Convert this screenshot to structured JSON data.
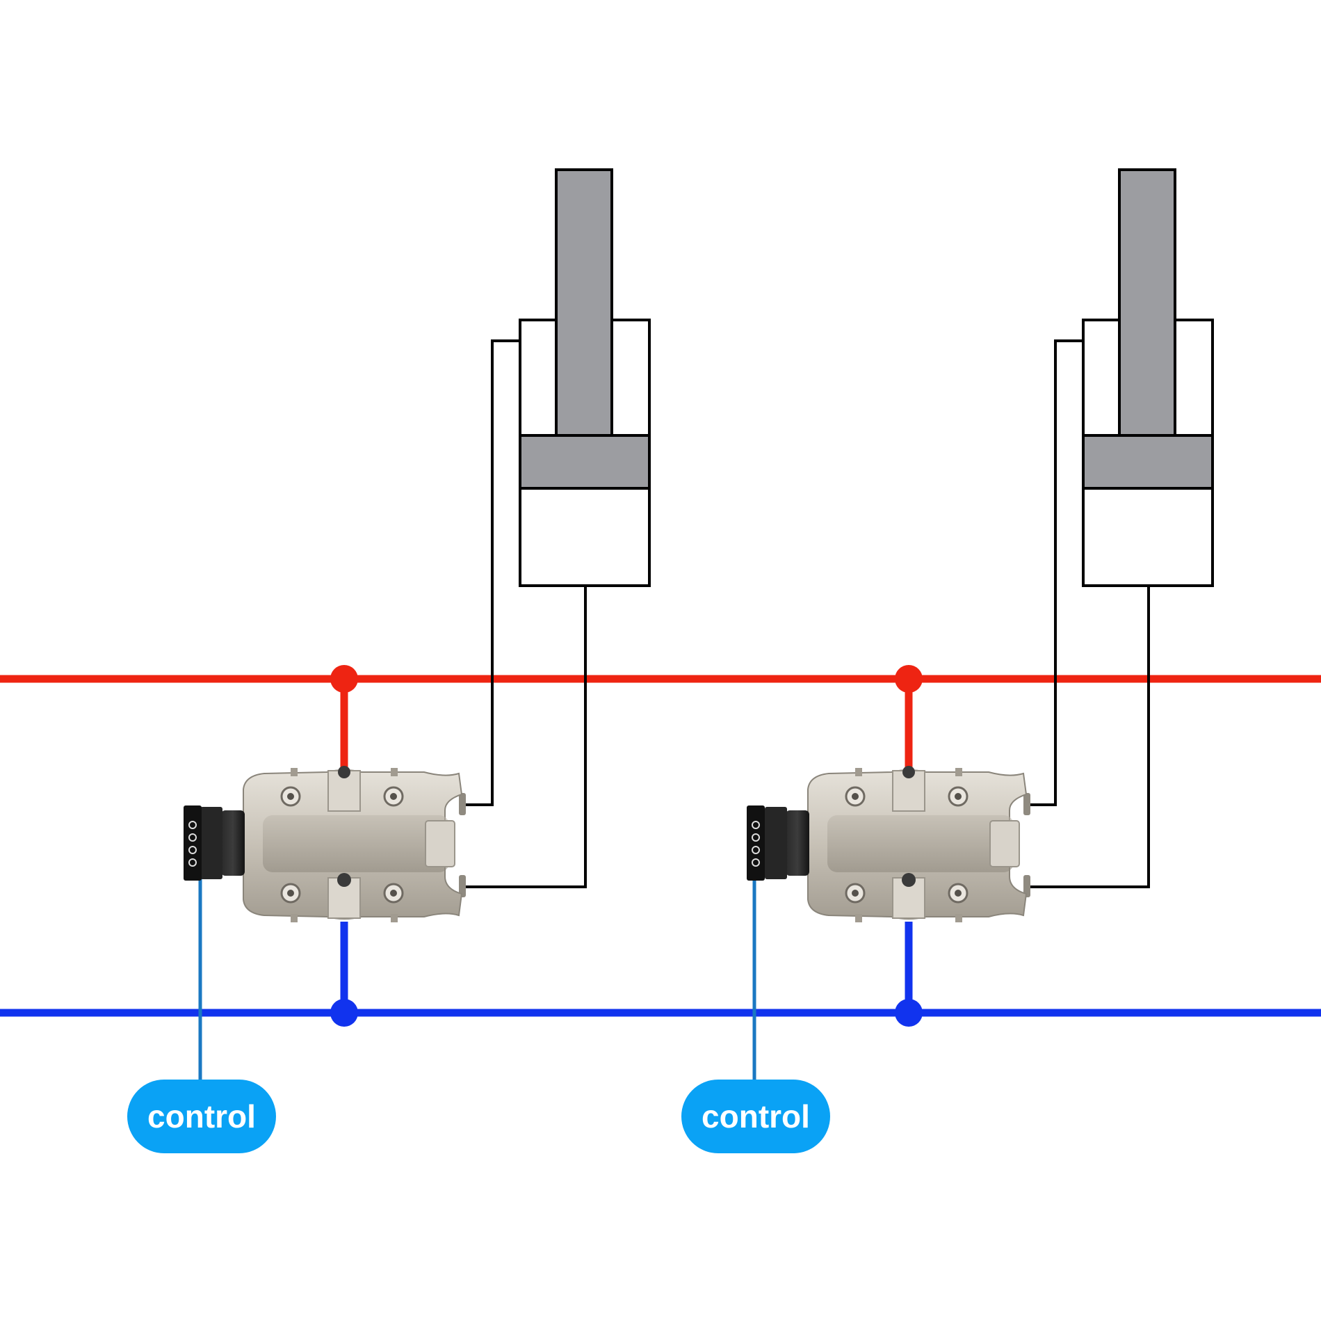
{
  "colors": {
    "background": "#ffffff",
    "pressure_line": "#ee2412",
    "return_line": "#1133ee",
    "control_wire": "#1a78c2",
    "control_badge": "#0aa2f5",
    "control_text": "#ffffff",
    "cylinder_rod": "#9c9da1",
    "cylinder_body": "#ffffff",
    "hydraulic_hose": "#000000",
    "valve_body": "#c9c3b8",
    "valve_shadow": "#8f8a80",
    "connector": "#1c1c1c"
  },
  "units": [
    {
      "name": "unit-1",
      "cylinder_icon": "hydraulic-cylinder-icon",
      "valve_icon": "servo-valve-icon",
      "control_label": "control"
    },
    {
      "name": "unit-2",
      "cylinder_icon": "hydraulic-cylinder-icon",
      "valve_icon": "servo-valve-icon",
      "control_label": "control"
    }
  ]
}
